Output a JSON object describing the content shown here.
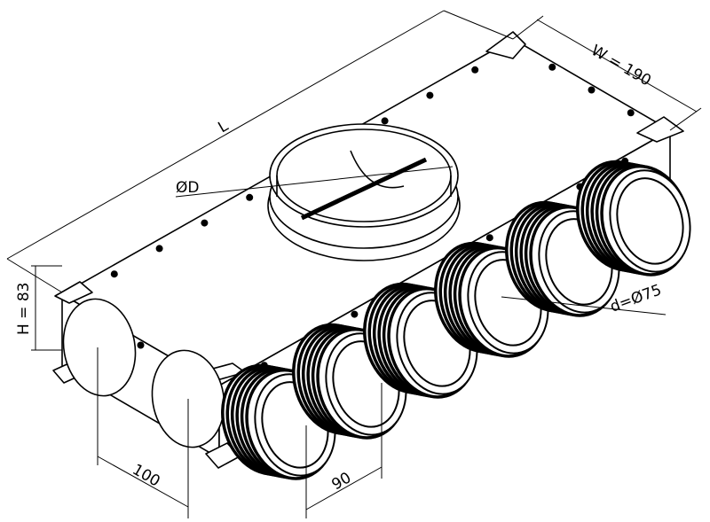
{
  "drawing": {
    "labels": {
      "length": "L",
      "width": "W = 190",
      "height": "H = 83",
      "inlet_diameter": "ØD",
      "outlet_diameter": "d=Ø75",
      "left_spacing": "100",
      "outlet_spacing": "90"
    },
    "outlet_count": 6,
    "blank_caps": 2
  }
}
